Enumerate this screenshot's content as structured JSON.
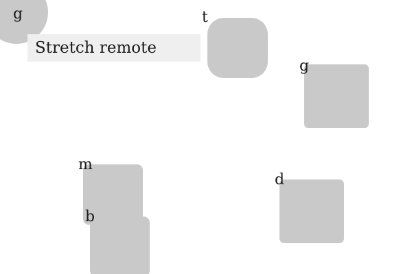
{
  "canvas": {
    "background": "#ffffff",
    "shape_color": "#c9c9c9",
    "field_color": "#efefef",
    "text_color": "#1a1a1a"
  },
  "field": {
    "value": "Stretch remote"
  },
  "shapes": {
    "circle_g": {
      "label": "g",
      "shape": "circle"
    },
    "square_t": {
      "label": "t",
      "shape": "rounded-square"
    },
    "square_g": {
      "label": "g",
      "shape": "square"
    },
    "square_m": {
      "label": "m",
      "shape": "square"
    },
    "square_b": {
      "label": "b",
      "shape": "square"
    },
    "square_d": {
      "label": "d",
      "shape": "square"
    }
  }
}
